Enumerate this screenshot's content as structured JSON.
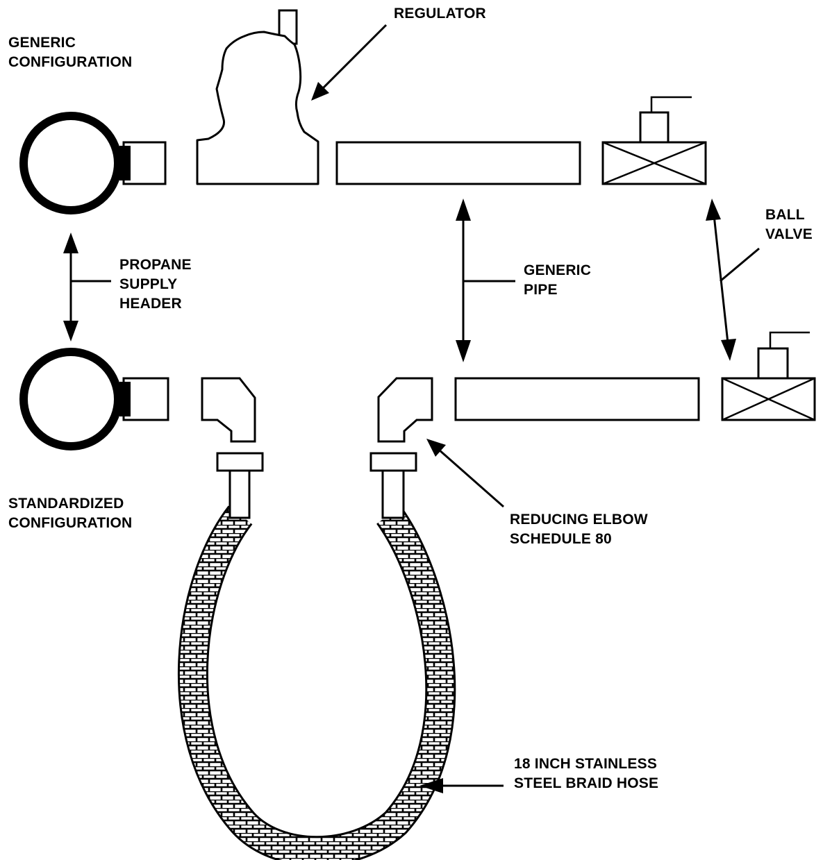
{
  "labels": {
    "generic_config": [
      "GENERIC",
      "CONFIGURATION"
    ],
    "standardized_config": [
      "STANDARDIZED",
      "CONFIGURATION"
    ],
    "regulator": "REGULATOR",
    "ball_valve": [
      "BALL",
      "VALVE"
    ],
    "propane_header": [
      "PROPANE",
      "SUPPLY",
      "HEADER"
    ],
    "generic_pipe": [
      "GENERIC",
      "PIPE"
    ],
    "reducing_elbow": [
      "REDUCING ELBOW",
      "SCHEDULE 80"
    ],
    "hose": [
      "18 INCH STAINLESS",
      "STEEL BRAID HOSE"
    ]
  },
  "colors": {
    "ink": "#000000",
    "paper": "#ffffff"
  }
}
